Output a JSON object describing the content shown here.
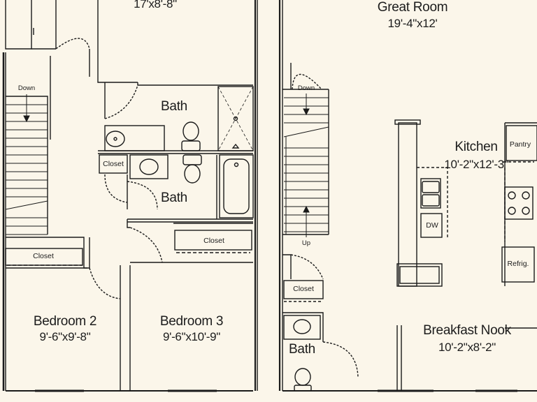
{
  "rooms": {
    "top_left_dims": "17'x8'-8\"",
    "great_room": {
      "name": "Great Room",
      "dims": "19'-4\"x12'"
    },
    "bath_upper": {
      "name": "Bath"
    },
    "bath_middle": {
      "name": "Bath"
    },
    "bath_lower": {
      "name": "Bath"
    },
    "bedroom2": {
      "name": "Bedroom 2",
      "dims": "9'-6\"x9'-8\""
    },
    "bedroom3": {
      "name": "Bedroom 3",
      "dims": "9'-6\"x10'-9\""
    },
    "kitchen": {
      "name": "Kitchen",
      "dims": "10'-2\"x12'-3\""
    },
    "breakfast_nook": {
      "name": "Breakfast Nook",
      "dims": "10'-2\"x8'-2\""
    }
  },
  "labels": {
    "closet_bath": "Closet",
    "closet_hall": "Closet",
    "closet_bed2": "Closet",
    "closet_down": "Closet",
    "pantry": "Pantry",
    "dw": "DW",
    "refrig": "Refrig.",
    "stairs_left_down": "Down",
    "stairs_right_down": "Down",
    "stairs_right_up": "Up"
  },
  "colors": {
    "background": "#fbf6ea",
    "wall": "#1a1a1a",
    "fill": "#fbf6ea"
  }
}
